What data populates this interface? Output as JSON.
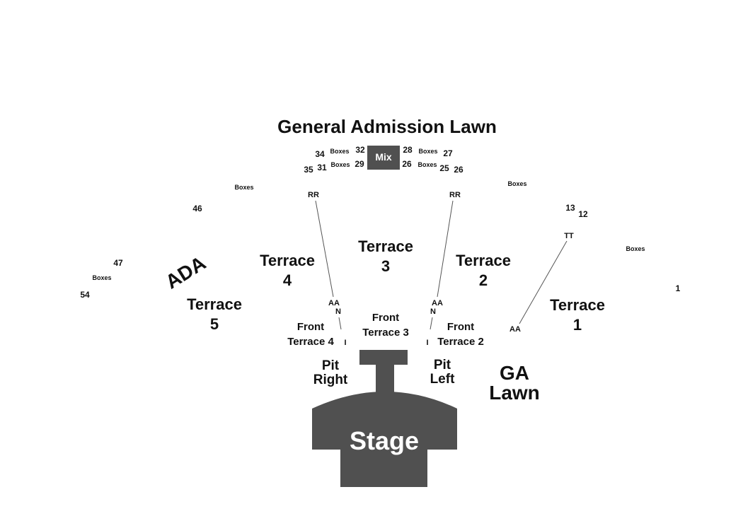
{
  "title": "General Admission Lawn",
  "mix": "Mix",
  "stage": "Stage",
  "ga_lawn": [
    "GA",
    "Lawn"
  ],
  "ada": "ADA",
  "sections": {
    "terrace_1": [
      "Terrace",
      "1"
    ],
    "terrace_2": [
      "Terrace",
      "2"
    ],
    "terrace_3": [
      "Terrace",
      "3"
    ],
    "terrace_4": [
      "Terrace",
      "4"
    ],
    "terrace_5": [
      "Terrace",
      "5"
    ],
    "front_terrace_2": [
      "Front",
      "Terrace 2"
    ],
    "front_terrace_3": [
      "Front",
      "Terrace 3"
    ],
    "front_terrace_4": [
      "Front",
      "Terrace 4"
    ],
    "pit_left": [
      "Pit",
      "Left"
    ],
    "pit_right": [
      "Pit",
      "Right"
    ]
  },
  "box_numbers": {
    "n34": "34",
    "n32": "32",
    "n28": "28",
    "n27": "27",
    "n35": "35",
    "n31": "31",
    "n29": "29",
    "n26a": "26",
    "n25": "25",
    "n26b": "26",
    "n46": "46",
    "n47": "47",
    "n54": "54",
    "n13": "13",
    "n12": "12",
    "n1": "1"
  },
  "boxes_label": "Boxes",
  "row_labels": {
    "rr": "RR",
    "tt": "TT",
    "aa": "AA",
    "n": "N",
    "i": "I"
  },
  "colors": {
    "shape": "#505050",
    "text": "#111111",
    "background": "#ffffff"
  }
}
